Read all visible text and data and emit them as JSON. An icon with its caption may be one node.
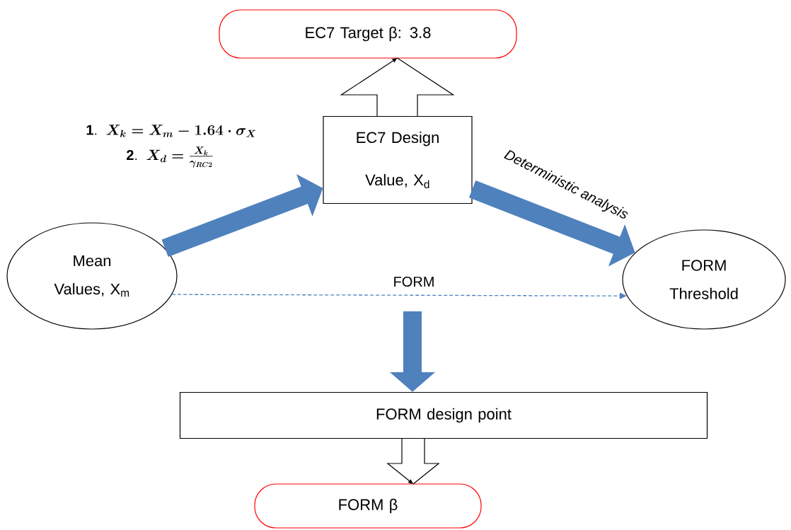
{
  "diagram": {
    "nodes": [
      {
        "text": [
          "EC7 Target β: 3.8"
        ]
      },
      {
        "text": [
          "EC7 Design Value, X$_{d}$"
        ]
      },
      {
        "text": [
          "Mean Values, X$_{m}$"
        ]
      },
      {
        "text": [
          "FORM Threshold"
        ]
      },
      {
        "text": [
          "FORM design point"
        ]
      },
      {
        "text": [
          "FORM β"
        ]
      }
    ],
    "edges": [
      {
        "from": 1,
        "to": 0,
        "arrow": "to",
        "color": "#000000"
      },
      {
        "from": 2,
        "to": 1,
        "arrow": "to",
        "style": "thick",
        "color": "#4f81bd"
      },
      {
        "from": 1,
        "to": 3,
        "arrow": "to",
        "label": "Deterministic analysis",
        "style": "thick",
        "color": "#4f81bd"
      },
      {
        "from": 2,
        "to": 3,
        "arrow": "to",
        "label": "FORM",
        "style": "dashed",
        "color": "#4f81bd"
      },
      {
        "from": null,
        "to": 4,
        "arrow": "to",
        "style": "thick",
        "color": "#4f81bd"
      },
      {
        "from": 4,
        "to": 5,
        "arrow": "to",
        "color": "#000000"
      }
    ],
    "labels": [
      "\\mathbf{1.}\\;\\; \\boldsymbol{X_k = X_m - 1.64 \\cdot \\sigma_X}",
      "\\mathbf{2.}\\;\\; \\boldsymbol{X_d = \\frac{X_k}{\\gamma_{RC2}}}"
    ]
  }
}
